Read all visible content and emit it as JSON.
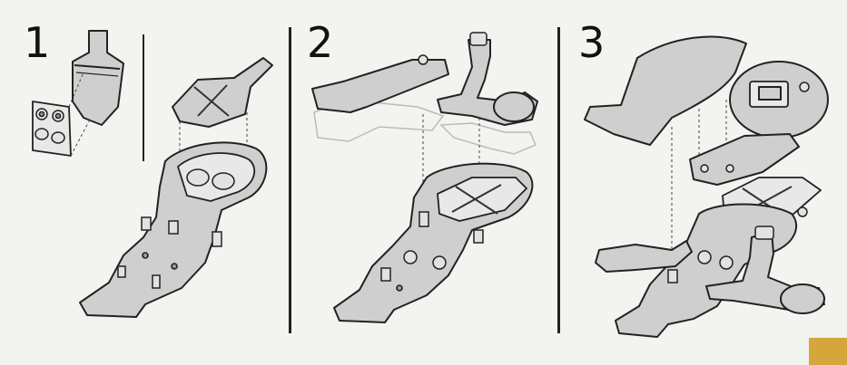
{
  "steps": [
    {
      "number": "1"
    },
    {
      "number": "2"
    },
    {
      "number": "3"
    }
  ],
  "colors": {
    "background": "#f3f3f0",
    "part_fill": "#cfcfcf",
    "outline": "#222222",
    "corner_tag": "#d4a63c"
  }
}
